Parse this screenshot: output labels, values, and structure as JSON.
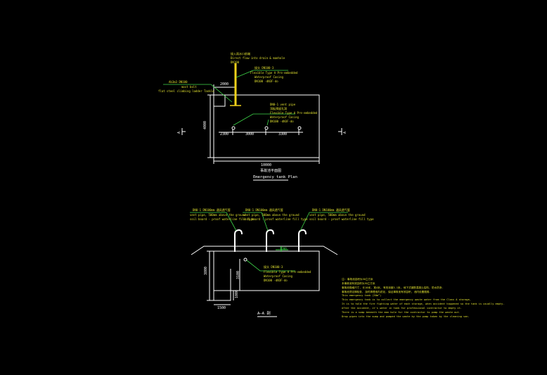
{
  "colors": {
    "background": "#000000",
    "line": "#ffffff",
    "dim": "#3fd84a",
    "note": "#e0e030",
    "pipe": "#f2d21a"
  },
  "plan": {
    "title": "Emergency tank Plan",
    "subtitle_cn": "事故池平面图",
    "dims": {
      "top": "2000",
      "d1": "2300",
      "d2": "3000",
      "d3": "3300",
      "total": "10000",
      "height": "4000"
    },
    "section_marks": [
      "A",
      "A"
    ],
    "notes": {
      "vent_cn": "接入雨水口前端",
      "vent_en": "Direct flow into drain & manhole",
      "vent_code": "DN100",
      "joint_cn": "接头 DN100-3",
      "joint_l1": "Flexible Type A Pre-embedded",
      "joint_l2": "Waterproof Casing",
      "joint_l3": "DN100 -dN3F-do",
      "sump_l1": "Ab3m3   DN100",
      "sump_l2": "most bolt",
      "sump_l3": "flat steel climbing ladder Tankle",
      "pipe_l1": "DN0-1 vent pipe",
      "pipe_l2": "顶板预留孔洞",
      "pipe_l3": "Flexible Type A Pre-embedded",
      "pipe_l4": "Waterproof Casing",
      "pipe_l5": "DN100 -dN3F-do"
    }
  },
  "section": {
    "title": "A—A 剖",
    "dims": {
      "left": "3800",
      "inner": "3100",
      "base_w": "1500",
      "base_h": "1000"
    },
    "vents": [
      {
        "l1": "DN0-1 DN100mm 通风透气管",
        "l2": "vent pipe, 500mm above the ground",
        "l3": "soil board - proof waterline fill type"
      },
      {
        "l1": "DN0-1 DN100mm 通风透气管",
        "l2": "vent pipe, 500mm above the ground",
        "l3": "soil board - proof waterline fill type"
      },
      {
        "l1": "DN0-1 DN100mm 通风透气管",
        "l2": "vent pipe, 500mm above the ground",
        "l3": "soil board - proof waterline fill type"
      }
    ],
    "label": "1200",
    "joint_l1": "接头 DN100-3",
    "joint_l2": "Flexible Type A Pre-embedded",
    "joint_l3": "Waterproof Casing",
    "joint_l4": "DN100 -dN3F-do"
  },
  "notes": [
    "注: 事故池容积为30立方米",
    "本事故池有效容积为30立方米",
    "事故池规格尺寸, 长10米, 宽4米, 有效深度3.1米, 地下式钢筋混凝土结构, 防水防渗.",
    "事故池须定期检查, 及时清理池内淤泥, 保证事故池有效容积, 池内设置爬梯.",
    "This emergency tank (30m³)",
    "This emergency tank is to collect the emergency waste water from the Class A storage,",
    "It is to hold the fire fighting water of each storage, when accident happened so the tank is usually empty.",
    "After the accident, it's water in tank for professional contractor to empty it.",
    "There is a sump beneath the man hole for the contractor to pump the waste out.",
    "Drop pipes into the sump and pumped the waste by the pump taken by the cleaning van."
  ]
}
